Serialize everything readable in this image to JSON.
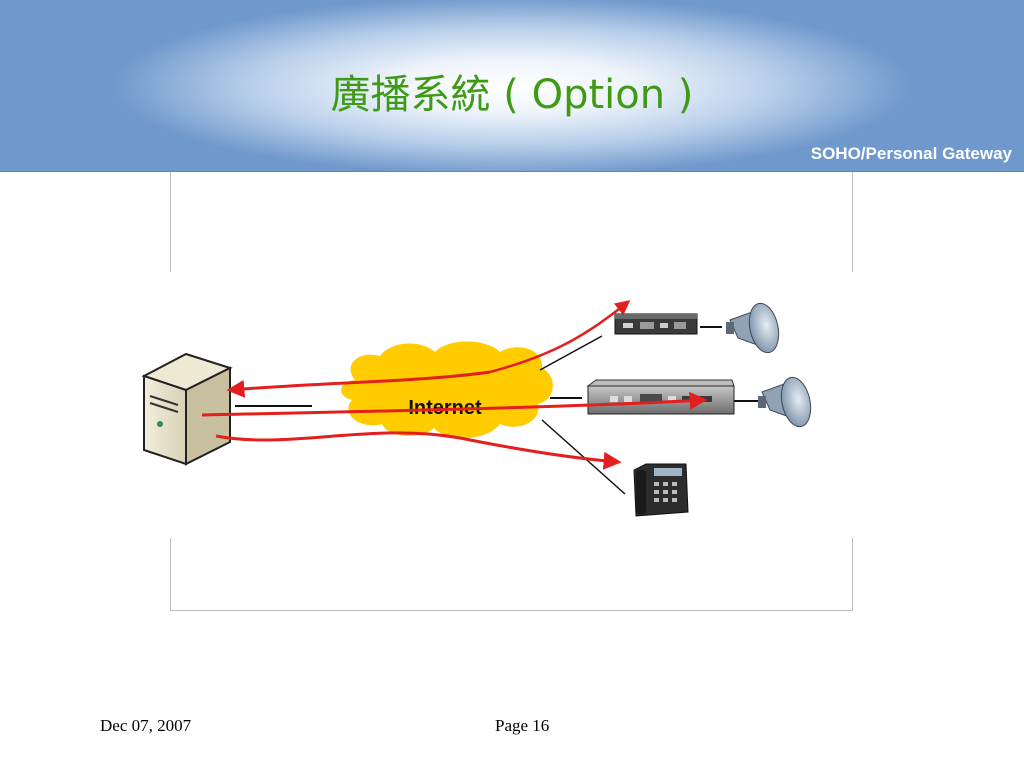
{
  "slide": {
    "title": "廣播系統 ( Option )",
    "subtitle": "SOHO/Personal Gateway",
    "date": "Dec 07, 2007",
    "page": "Page 16"
  },
  "diagram": {
    "cloud_label": "Internet",
    "nodes": [
      {
        "name": "server",
        "icon": "server-tower-icon"
      },
      {
        "name": "gateway-small",
        "icon": "gateway-device-icon"
      },
      {
        "name": "gateway-rack",
        "icon": "rack-gateway-icon"
      },
      {
        "name": "speaker-top",
        "icon": "loudspeaker-icon"
      },
      {
        "name": "speaker-middle",
        "icon": "loudspeaker-icon"
      },
      {
        "name": "ip-phone",
        "icon": "desk-phone-icon"
      }
    ],
    "colors": {
      "cloud": "#ffcc00",
      "flow_arrow": "#e31f1f",
      "title": "#3f9a16",
      "header_blue": "#6f98cc"
    }
  }
}
